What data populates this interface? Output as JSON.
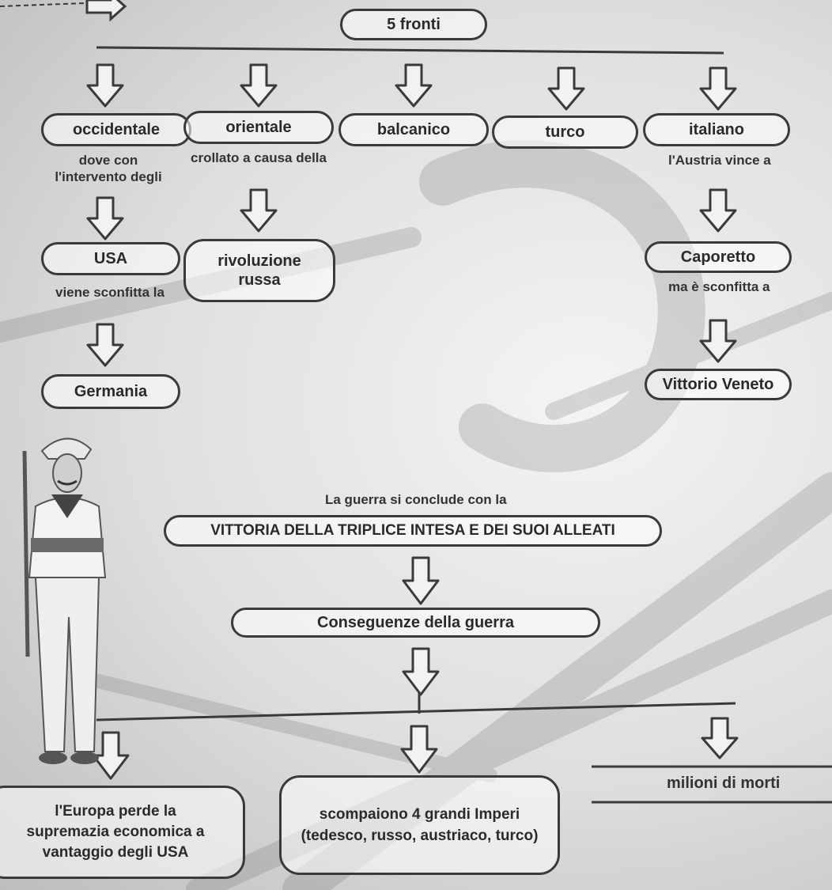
{
  "root": "5 fronti",
  "fronts": [
    {
      "name": "occidentale"
    },
    {
      "name": "orientale"
    },
    {
      "name": "balcanico"
    },
    {
      "name": "turco"
    },
    {
      "name": "italiano"
    }
  ],
  "occidentale_branch": {
    "note1": "dove con l'intervento degli",
    "node1": "USA",
    "note2": "viene sconfitta la",
    "node2": "Germania"
  },
  "orientale_branch": {
    "note1": "crollato a causa della",
    "node1": "rivoluzione russa"
  },
  "italiano_branch": {
    "note1": "l'Austria vince a",
    "node1": "Caporetto",
    "note2": "ma è sconfitta a",
    "node2": "Vittorio Veneto"
  },
  "conclusion_note": "La guerra si conclude con la",
  "conclusion": "VITTORIA DELLA TRIPLICE INTESA E DEI SUOI ALLEATI",
  "consequences_title": "Conseguenze della guerra",
  "consequences": [
    {
      "text": "l'Europa perde la supremazia economica a vantaggio degli USA"
    },
    {
      "text": "scompaiono 4 grandi Imperi (tedesco, russo, austriaco, turco)"
    },
    {
      "text": "milioni di morti"
    }
  ]
}
